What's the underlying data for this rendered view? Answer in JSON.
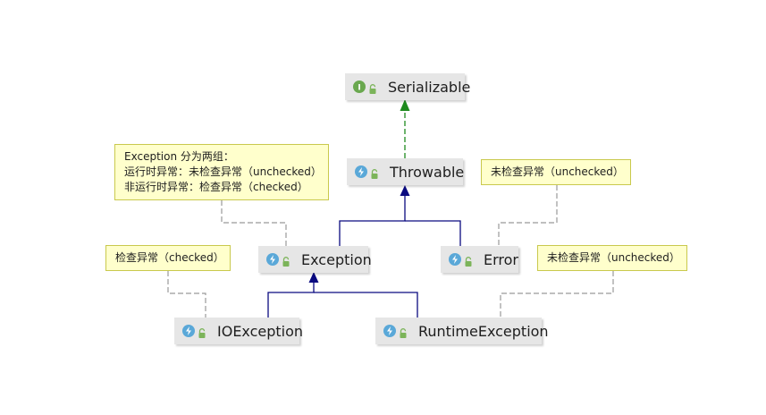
{
  "nodes": {
    "serializable": {
      "name": "Serializable",
      "kind": "interface",
      "icon": "interface-icon"
    },
    "throwable": {
      "name": "Throwable",
      "kind": "class",
      "icon": "class-icon"
    },
    "exception": {
      "name": "Exception",
      "kind": "class",
      "icon": "class-icon"
    },
    "error": {
      "name": "Error",
      "kind": "class",
      "icon": "class-icon"
    },
    "ioexception": {
      "name": "IOException",
      "kind": "class",
      "icon": "class-icon"
    },
    "runtimeexception": {
      "name": "RuntimeException",
      "kind": "class",
      "icon": "class-icon"
    }
  },
  "notes": {
    "exception_groups": {
      "lines": [
        "Exception 分为两组：",
        "运行时异常：未检查异常（unchecked）",
        "非运行时异常：检查异常（checked）"
      ]
    },
    "error_note": {
      "text": "未检查异常（unchecked）"
    },
    "ioexception_note": {
      "text": "检查异常（checked）"
    },
    "runtime_note": {
      "text": "未检查异常（unchecked）"
    }
  },
  "relations": [
    {
      "from": "Throwable",
      "to": "Serializable",
      "type": "implements"
    },
    {
      "from": "Exception",
      "to": "Throwable",
      "type": "extends"
    },
    {
      "from": "Error",
      "to": "Throwable",
      "type": "extends"
    },
    {
      "from": "IOException",
      "to": "Exception",
      "type": "extends"
    },
    {
      "from": "RuntimeException",
      "to": "Exception",
      "type": "extends"
    }
  ],
  "colors": {
    "implements_edge": "#1e8a1e",
    "extends_edge": "#0a0a80",
    "note_link": "#999999",
    "node_bg": "#e6e6e6",
    "note_bg": "#ffffcc",
    "class_icon": "#5aa8d8",
    "interface_icon": "#6aa84f",
    "lock_icon": "#7cb45a"
  }
}
